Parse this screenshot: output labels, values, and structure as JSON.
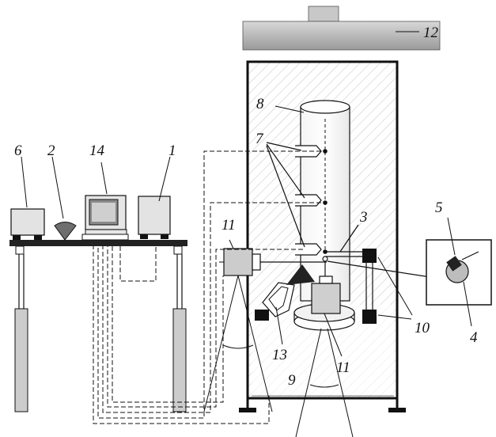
{
  "labels": {
    "l1": "1",
    "l2": "2",
    "l3": "3",
    "l4": "4",
    "l5": "5",
    "l6": "6",
    "l7": "7",
    "l8": "8",
    "l9": "9",
    "l10": "10",
    "l11a": "11",
    "l11b": "11",
    "l12": "12",
    "l13": "13",
    "l14": "14"
  },
  "colors": {
    "line": "#111111",
    "hatch": "#bdbdbd",
    "chamber_fill": "#ffffff",
    "device_fill": "#e6e6e6",
    "dark": "#111111"
  }
}
